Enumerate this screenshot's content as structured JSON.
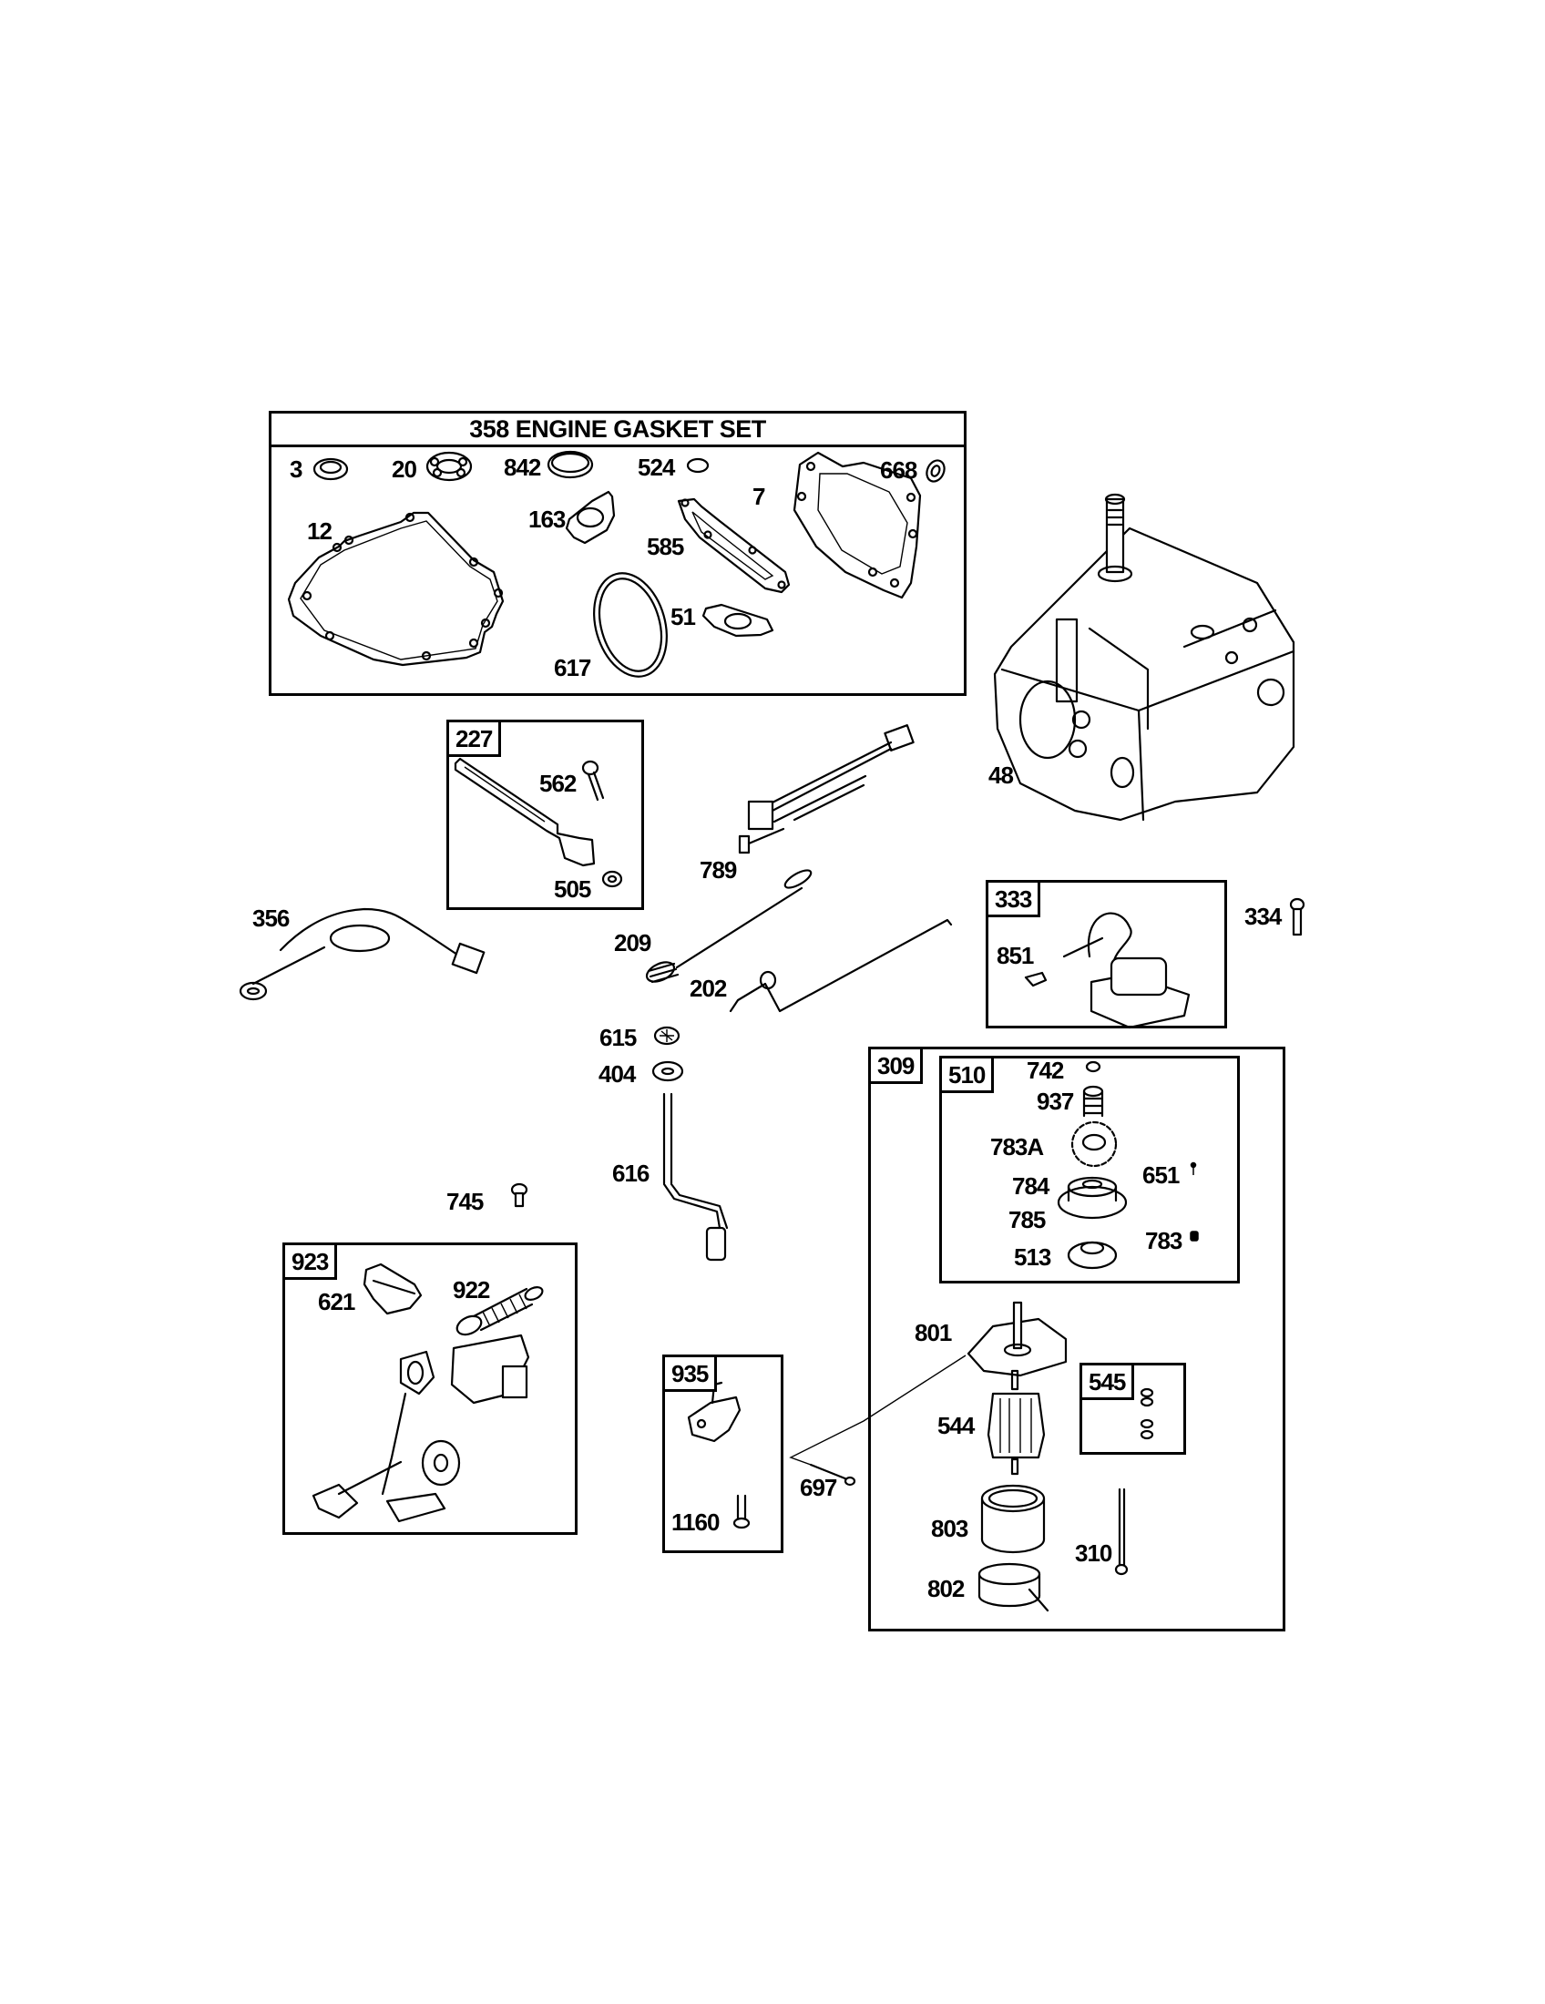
{
  "diagram": {
    "type": "exploded parts diagram",
    "kits": {
      "gasket_set": {
        "number": "358",
        "title": "358 ENGINE GASKET SET",
        "parts": [
          "3",
          "20",
          "842",
          "524",
          "668",
          "12",
          "163",
          "7",
          "585",
          "51",
          "617"
        ]
      },
      "k227": {
        "number": "227",
        "parts": [
          "562",
          "505"
        ]
      },
      "k333": {
        "number": "333",
        "parts": [
          "851"
        ]
      },
      "k309": {
        "number": "309",
        "parts": [
          "801",
          "544",
          "803",
          "802",
          "310"
        ]
      },
      "k510": {
        "number": "510",
        "parts": [
          "742",
          "937",
          "783A",
          "784",
          "785",
          "513",
          "651",
          "783"
        ]
      },
      "k545": {
        "number": "545"
      },
      "k935": {
        "number": "935",
        "parts": [
          "1160"
        ]
      },
      "k923": {
        "number": "923",
        "parts": [
          "621",
          "922"
        ]
      }
    },
    "labels": {
      "p3": "3",
      "p20": "20",
      "p842": "842",
      "p524": "524",
      "p668": "668",
      "p12": "12",
      "p163": "163",
      "p7": "7",
      "p585": "585",
      "p51": "51",
      "p617": "617",
      "p48": "48",
      "p562": "562",
      "p505": "505",
      "p789": "789",
      "p356": "356",
      "p209": "209",
      "p202": "202",
      "p851": "851",
      "p334": "334",
      "p615": "615",
      "p404": "404",
      "p616": "616",
      "p745": "745",
      "p742": "742",
      "p937": "937",
      "p783A": "783A",
      "p784": "784",
      "p785": "785",
      "p513": "513",
      "p651": "651",
      "p783": "783",
      "p801": "801",
      "p544": "544",
      "p803": "803",
      "p802": "802",
      "p310": "310",
      "p697": "697",
      "p1160": "1160",
      "p621": "621",
      "p922": "922"
    }
  }
}
